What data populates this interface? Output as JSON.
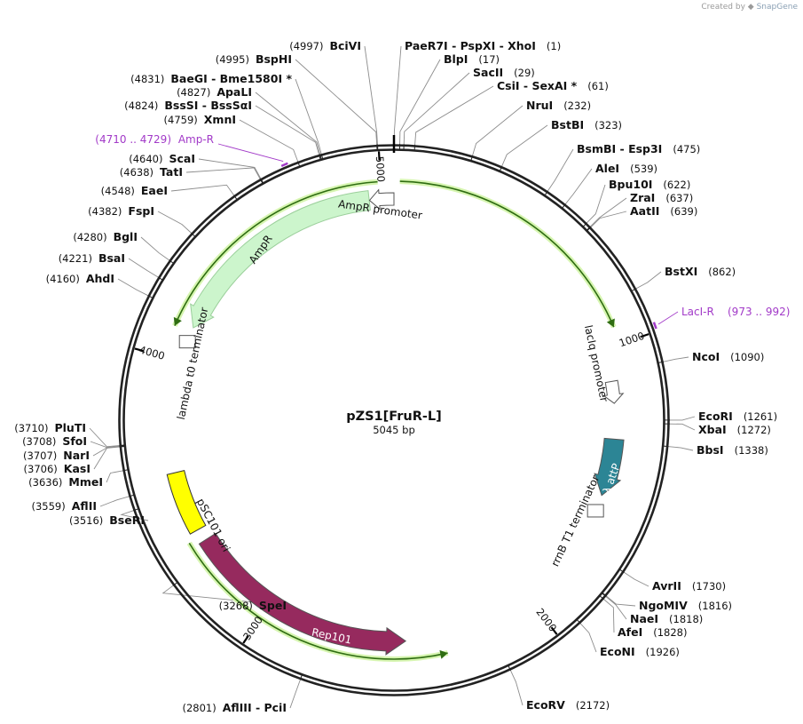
{
  "credit": {
    "prefix": "Created by",
    "brand": "SnapGene"
  },
  "plasmid": {
    "name": "pZS1[FruR-L]",
    "length_label": "5045 bp",
    "total_bp": 5045
  },
  "ticks": [
    {
      "bp": 1000,
      "label": "1000"
    },
    {
      "bp": 2000,
      "label": "2000"
    },
    {
      "bp": 3000,
      "label": "3000"
    },
    {
      "bp": 4000,
      "label": "4000"
    },
    {
      "bp": 5000,
      "label": "5000"
    }
  ],
  "enzymes": [
    {
      "name": "PaeR7I  -  PspXI  -  XhoI",
      "pos": "(1)",
      "bp": 1,
      "side": "R"
    },
    {
      "name": "BlpI",
      "pos": "(17)",
      "bp": 17,
      "side": "R"
    },
    {
      "name": "SacII",
      "pos": "(29)",
      "bp": 29,
      "side": "R"
    },
    {
      "name": "CsiI  -  SexAI *",
      "pos": "(61)",
      "bp": 61,
      "side": "R"
    },
    {
      "name": "NruI",
      "pos": "(232)",
      "bp": 232,
      "side": "R"
    },
    {
      "name": "BstBI",
      "pos": "(323)",
      "bp": 323,
      "side": "R"
    },
    {
      "name": "BsmBI  -  Esp3I",
      "pos": "(475)",
      "bp": 475,
      "side": "R"
    },
    {
      "name": "AleI",
      "pos": "(539)",
      "bp": 539,
      "side": "R"
    },
    {
      "name": "Bpu10I",
      "pos": "(622)",
      "bp": 622,
      "side": "R"
    },
    {
      "name": "ZraI",
      "pos": "(637)",
      "bp": 637,
      "side": "R"
    },
    {
      "name": "AatII",
      "pos": "(639)",
      "bp": 639,
      "side": "R"
    },
    {
      "name": "BstXI",
      "pos": "(862)",
      "bp": 862,
      "side": "R"
    },
    {
      "name": "NcoI",
      "pos": "(1090)",
      "bp": 1090,
      "side": "R"
    },
    {
      "name": "EcoRI",
      "pos": "(1261)",
      "bp": 1261,
      "side": "R"
    },
    {
      "name": "XbaI",
      "pos": "(1272)",
      "bp": 1272,
      "side": "R"
    },
    {
      "name": "BbsI",
      "pos": "(1338)",
      "bp": 1338,
      "side": "R"
    },
    {
      "name": "AvrII",
      "pos": "(1730)",
      "bp": 1730,
      "side": "R"
    },
    {
      "name": "NgoMIV",
      "pos": "(1816)",
      "bp": 1816,
      "side": "R"
    },
    {
      "name": "NaeI",
      "pos": "(1818)",
      "bp": 1818,
      "side": "R"
    },
    {
      "name": "AfeI",
      "pos": "(1828)",
      "bp": 1828,
      "side": "R"
    },
    {
      "name": "EcoNI",
      "pos": "(1926)",
      "bp": 1926,
      "side": "R"
    },
    {
      "name": "EcoRV",
      "pos": "(2172)",
      "bp": 2172,
      "side": "R"
    },
    {
      "name": "AflIII  -  PciI",
      "pos": "(2801)",
      "bp": 2801,
      "side": "L"
    },
    {
      "name": "SpeI",
      "pos": "(3268)",
      "bp": 3268,
      "side": "L"
    },
    {
      "name": "BseRI",
      "pos": "(3516)",
      "bp": 3516,
      "side": "L"
    },
    {
      "name": "AflII",
      "pos": "(3559)",
      "bp": 3559,
      "side": "L"
    },
    {
      "name": "MmeI",
      "pos": "(3636)",
      "bp": 3636,
      "side": "L"
    },
    {
      "name": "KasI",
      "pos": "(3706)",
      "bp": 3706,
      "side": "L"
    },
    {
      "name": "NarI",
      "pos": "(3707)",
      "bp": 3707,
      "side": "L"
    },
    {
      "name": "SfoI",
      "pos": "(3708)",
      "bp": 3708,
      "side": "L"
    },
    {
      "name": "PluTI",
      "pos": "(3710)",
      "bp": 3710,
      "side": "L"
    },
    {
      "name": "AhdI",
      "pos": "(4160)",
      "bp": 4160,
      "side": "L"
    },
    {
      "name": "BsaI",
      "pos": "(4221)",
      "bp": 4221,
      "side": "L"
    },
    {
      "name": "BglI",
      "pos": "(4280)",
      "bp": 4280,
      "side": "L"
    },
    {
      "name": "FspI",
      "pos": "(4382)",
      "bp": 4382,
      "side": "L"
    },
    {
      "name": "EaeI",
      "pos": "(4548)",
      "bp": 4548,
      "side": "L"
    },
    {
      "name": "TatI",
      "pos": "(4638)",
      "bp": 4638,
      "side": "L"
    },
    {
      "name": "ScaI",
      "pos": "(4640)",
      "bp": 4640,
      "side": "L"
    },
    {
      "name": "XmnI",
      "pos": "(4759)",
      "bp": 4759,
      "side": "L"
    },
    {
      "name": "BssSI  -  BssSαI",
      "pos": "(4824)",
      "bp": 4824,
      "side": "L"
    },
    {
      "name": "ApaLI",
      "pos": "(4827)",
      "bp": 4827,
      "side": "L"
    },
    {
      "name": "BaeGI  -  Bme1580I *",
      "pos": "(4831)",
      "bp": 4831,
      "side": "L"
    },
    {
      "name": "BspHI",
      "pos": "(4995)",
      "bp": 4995,
      "side": "L"
    },
    {
      "name": "BciVI",
      "pos": "(4997)",
      "bp": 4997,
      "side": "L"
    }
  ],
  "primers": [
    {
      "name": "LacI-R",
      "range": "(973 .. 992)",
      "bp": 982,
      "side": "R"
    },
    {
      "name": "Amp-R",
      "range": "(4710 .. 4729)",
      "bp": 4720,
      "side": "L"
    }
  ],
  "features": [
    {
      "name": "AmpR",
      "type": "cds",
      "start": 4130,
      "end": 4955,
      "strand": -1,
      "color": "#ccf5cc"
    },
    {
      "name": "AmpR promoter",
      "type": "promoter",
      "start": 4956,
      "end": 5045,
      "strand": -1,
      "color": "#ffffff"
    },
    {
      "name": "lambda t0 terminator",
      "type": "terminator",
      "start": 4040,
      "end": 4110,
      "strand": -1,
      "color": "#ffffff"
    },
    {
      "name": "lacIq promoter",
      "type": "promoter",
      "start": 1120,
      "end": 1200,
      "strand": 1,
      "color": "#ffffff"
    },
    {
      "name": "λ attP",
      "type": "misc",
      "start": 1330,
      "end": 1540,
      "strand": 1,
      "color": "#2c8595"
    },
    {
      "name": "rrnB T1 terminator",
      "type": "terminator",
      "start": 1560,
      "end": 1640,
      "strand": 1,
      "color": "#ffffff"
    },
    {
      "name": "Rep101",
      "type": "cds",
      "start": 2480,
      "end": 3330,
      "strand": -1,
      "color": "#962a5e"
    },
    {
      "name": "pSC101 ori",
      "type": "origin",
      "start": 3375,
      "end": 3595,
      "strand": 1,
      "color": "#ffff00"
    }
  ],
  "orfs": [
    {
      "start": 4110,
      "end": 4990,
      "strand": -1
    },
    {
      "start": 20,
      "end": 940,
      "strand": 1
    },
    {
      "start": 2340,
      "end": 3350,
      "strand": -1
    }
  ]
}
